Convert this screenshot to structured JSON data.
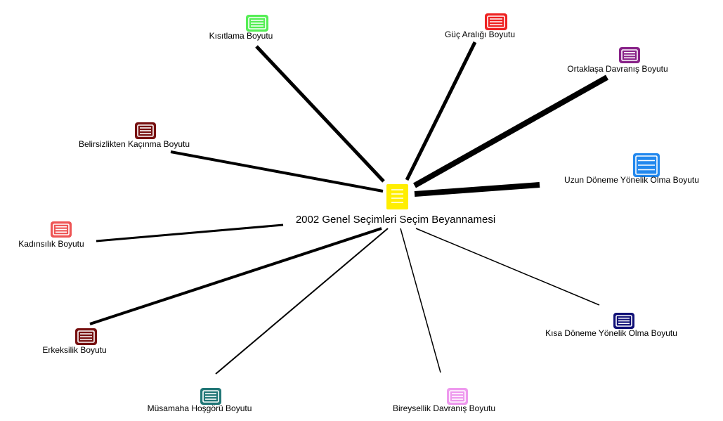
{
  "center": {
    "label": "2002 Genel Seçimleri Seçim Beyannamesi",
    "color": "#ffee00",
    "icon": "document-icon"
  },
  "nodes": [
    {
      "id": "kisitlama",
      "label": "Kısıtlama Boyutu",
      "color": "#55ee55",
      "icon": "document-icon"
    },
    {
      "id": "guc-araligi",
      "label": "Güç Aralığı Boyutu",
      "color": "#ee2222",
      "icon": "document-icon"
    },
    {
      "id": "ortaklasa",
      "label": "Ortaklaşa Davranış Boyutu",
      "color": "#882288",
      "icon": "document-icon"
    },
    {
      "id": "belirsizlikten",
      "label": "Belirsizlikten Kaçınma Boyutu",
      "color": "#771111",
      "icon": "document-icon"
    },
    {
      "id": "uzun-doneme",
      "label": "Uzun Döneme Yönelik Olma Boyutu",
      "color": "#2288ee",
      "icon": "document-icon"
    },
    {
      "id": "kadinsilik",
      "label": "Kadınsılık Boyutu",
      "color": "#ee5555",
      "icon": "document-icon"
    },
    {
      "id": "erkeksilik",
      "label": "Erkeksilik Boyutu",
      "color": "#771111",
      "icon": "document-icon"
    },
    {
      "id": "kisa-doneme",
      "label": "Kısa Döneme Yönelik Olma Boyutu",
      "color": "#111177",
      "icon": "document-icon"
    },
    {
      "id": "musamaha",
      "label": "Müsamaha Hoşgörü Boyutu",
      "color": "#227777",
      "icon": "document-icon"
    },
    {
      "id": "bireysellik",
      "label": "Bireysellik Davranış Boyutu",
      "color": "#ee99ee",
      "icon": "document-icon"
    }
  ]
}
